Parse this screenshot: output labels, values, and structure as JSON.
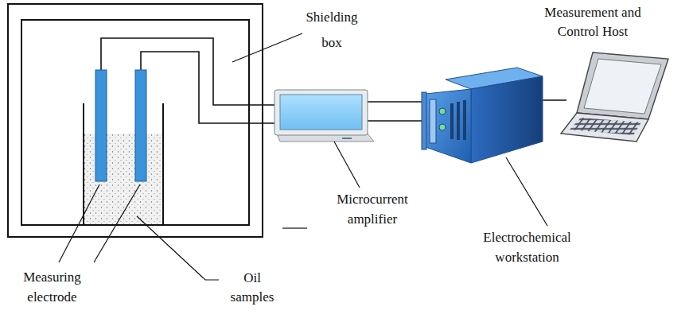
{
  "diagram": {
    "labels": [
      "Shielding box",
      "Measurement and Control Host",
      "Microcurrent amplifier",
      "Electrochemical workstation",
      "Measuring electrode",
      "Oil samples"
    ]
  }
}
